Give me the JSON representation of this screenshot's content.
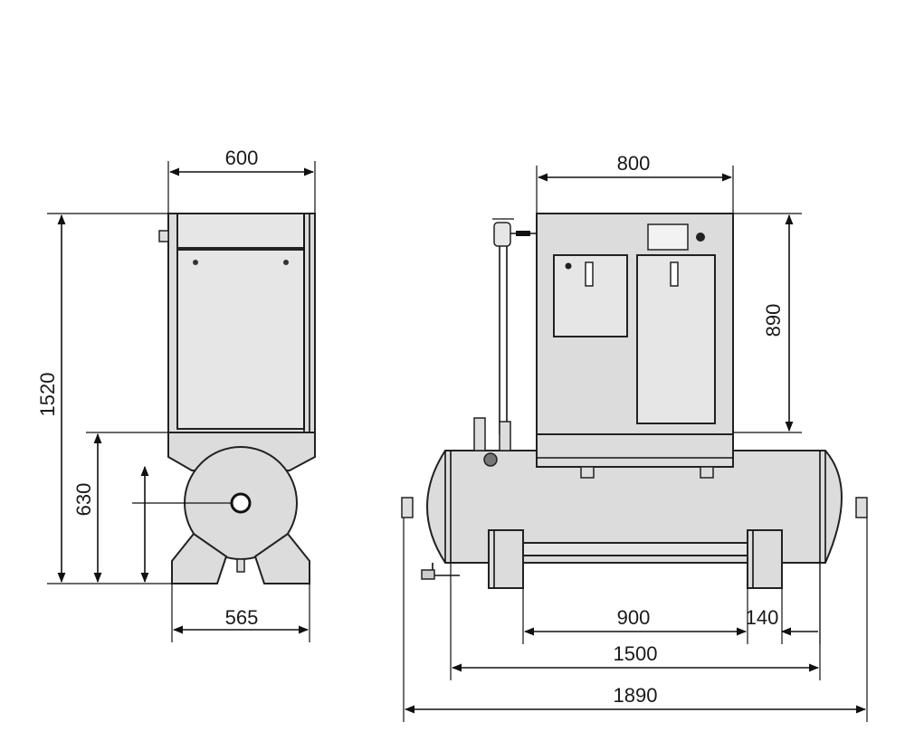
{
  "diagram": {
    "side_view": {
      "width_label": "600",
      "height_total_label": "1520",
      "tank_height_label": "630",
      "base_width_label": "565"
    },
    "front_view": {
      "unit_width_label": "800",
      "unit_height_label": "890",
      "feet_spacing_label": "900",
      "foot_offset_label": "140",
      "tank_length_label": "1500",
      "overall_length_label": "1890"
    }
  }
}
